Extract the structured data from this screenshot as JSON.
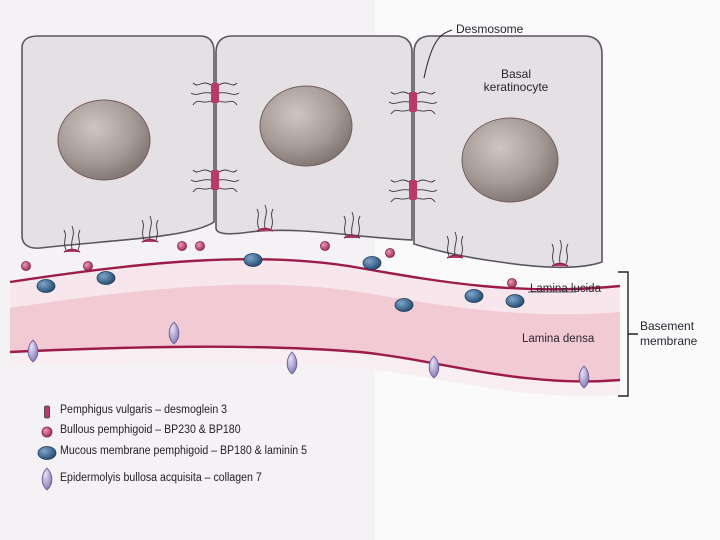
{
  "labels": {
    "desmosome": "Desmosome",
    "basal_keratinocyte_line1": "Basal",
    "basal_keratinocyte_line2": "keratinocyte",
    "lamina_lucida": "Lamina lucida",
    "lamina_densa": "Lamina densa",
    "basement_line1": "Basement",
    "basement_line2": "membrane"
  },
  "legend": [
    {
      "symbol": "pemphigus-icon",
      "text": "Pemphigus vulgaris – desmoglein 3"
    },
    {
      "symbol": "bullous-pemphigoid-icon",
      "text": "Bullous pemphigoid – BP230 & BP180"
    },
    {
      "symbol": "mucous-membrane-icon",
      "text": "Mucous membrane pemphigoid – BP180 & laminin 5"
    },
    {
      "symbol": "epidermolysis-icon",
      "text": "Epidermolyis bullosa acquisita – collagen 7"
    }
  ],
  "colors": {
    "cell_fill": "#e4dfe3",
    "cell_stroke": "#5a5660",
    "nucleus": "#a39893",
    "lamina_lucida": "#f6e6ea",
    "lamina_densa": "#f0c9d2",
    "membrane_line": "#9c1b4a",
    "bullous": "#b83a66",
    "mucous": "#2f5d86",
    "epidermolysis": "#9a90c2"
  }
}
